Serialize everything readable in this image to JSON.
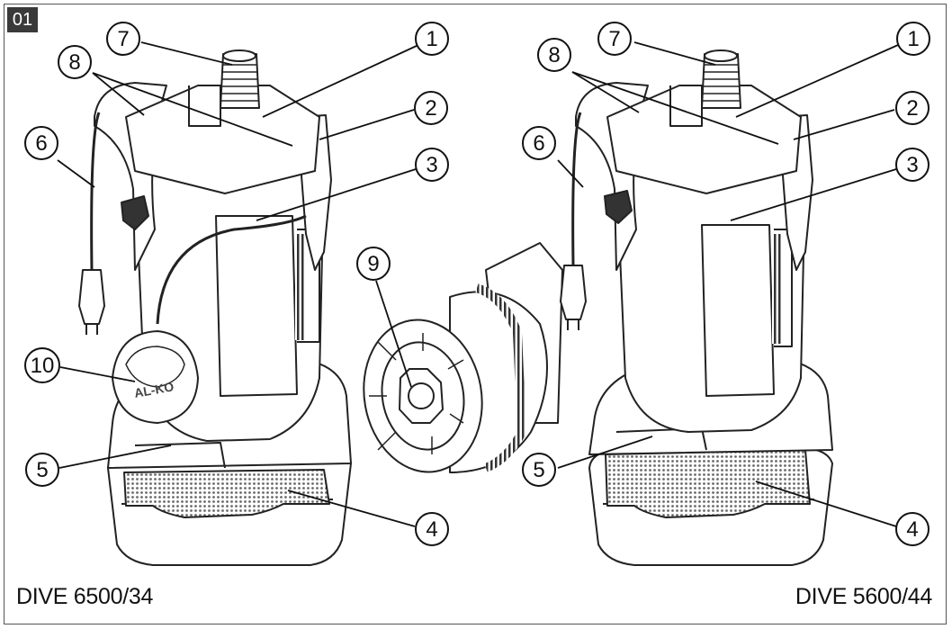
{
  "figure": {
    "tag": "01",
    "captions": [
      "DIVE 6500/34",
      "DIVE 5600/44"
    ],
    "logo_text": "AL-KO"
  },
  "callouts_left": [
    "1",
    "2",
    "3",
    "4",
    "5",
    "6",
    "7",
    "8",
    "10"
  ],
  "callouts_middle": [
    "9"
  ],
  "callouts_right": [
    "1",
    "2",
    "3",
    "4",
    "5",
    "6",
    "7",
    "8"
  ]
}
